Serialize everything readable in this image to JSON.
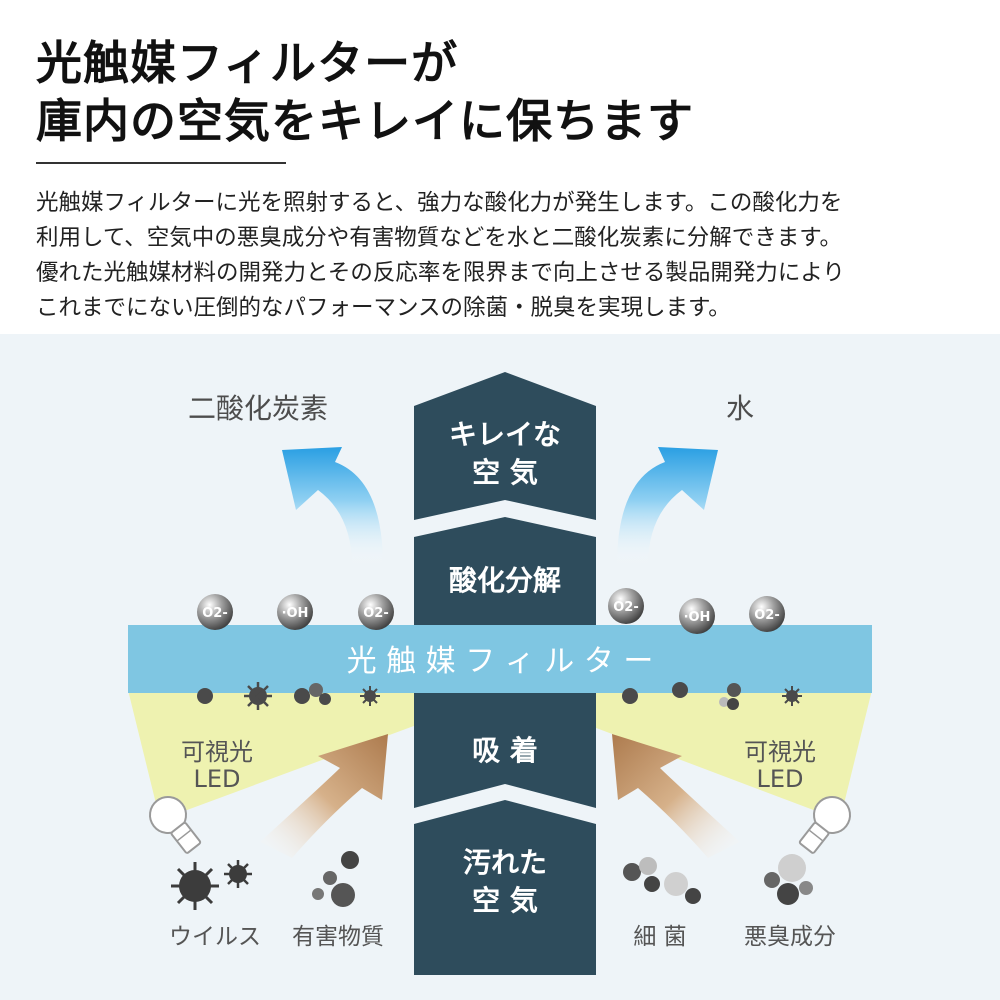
{
  "heading": {
    "line1": "光触媒フィルターが",
    "line2": "庫内の空気をキレイに保ちます"
  },
  "description": {
    "line1": "光触媒フィルターに光を照射すると、強力な酸化力が発生します。この酸化力を",
    "line2": "利用して、空気中の悪臭成分や有害物質などを水と二酸化炭素に分解できます。",
    "line3": "優れた光触媒材料の開発力とその反応率を限界まで向上させる製品開発力により",
    "line4": "これまでにない圧倒的なパフォーマンスの除菌・脱臭を実現します。"
  },
  "diagram": {
    "output_left": "二酸化炭素",
    "output_right": "水",
    "clean_air_line1": "キレイな",
    "clean_air_line2": "空 気",
    "oxidation": "酸化分解",
    "filter": "光 触 媒 フ ィ ル タ ー",
    "adsorption": "吸 着",
    "dirty_air_line1": "汚れた",
    "dirty_air_line2": "空 気",
    "led_left_line1": "可視光",
    "led_left_line2": "LED",
    "led_right_line1": "可視光",
    "led_right_line2": "LED",
    "pollutant_virus": "ウイルス",
    "pollutant_harmful": "有害物質",
    "pollutant_bacteria": "細 菌",
    "pollutant_odor": "悪臭成分",
    "radical_o2": "O2-",
    "radical_oh": "·OH"
  },
  "colors": {
    "panel_bg": "#eef4f8",
    "filter_blue": "#7fc6e2",
    "column_navy": "#2e4c5c",
    "led_light_yellow": "#eef2b0",
    "arrow_blue": "#3aa8e6",
    "arrow_tan": "#b8875a"
  },
  "icons": [
    "led-lamp-icon",
    "virus-icon",
    "harmful-particle-icon",
    "bacteria-icon",
    "odor-particle-icon",
    "radical-sphere-icon"
  ]
}
